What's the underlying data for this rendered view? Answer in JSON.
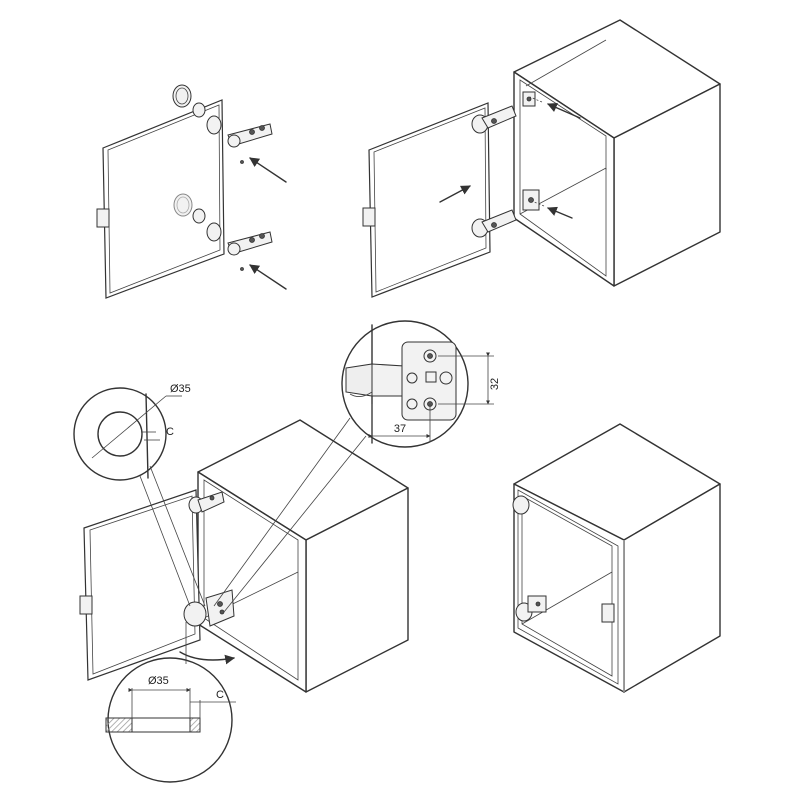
{
  "dimensions": {
    "circle_top_diameter": "Ø35",
    "circle_top_clearance": "C",
    "plate_height": "32",
    "plate_offset": "37",
    "circle_bottom_diameter": "Ø35",
    "circle_bottom_clearance": "C"
  },
  "colors": {
    "line": "#333333",
    "hatch": "#999999",
    "background": "#ffffff"
  }
}
